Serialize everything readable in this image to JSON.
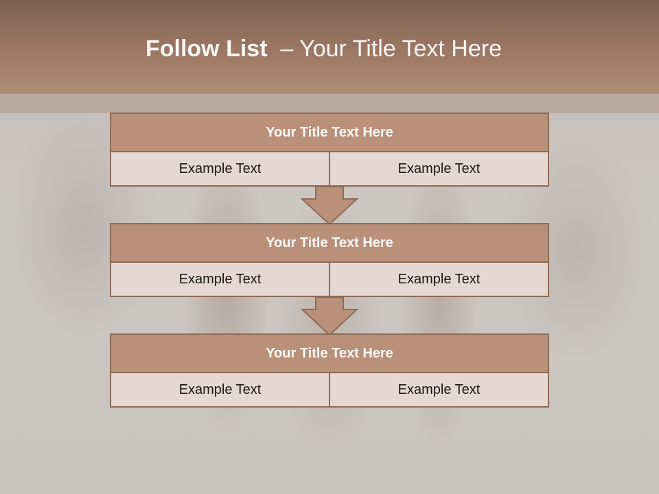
{
  "slide": {
    "title_bold": "Follow List",
    "title_rest": "  – Your Title Text Here"
  },
  "blocks": [
    {
      "title": "Your Title Text Here",
      "cells": [
        "Example Text",
        "Example Text"
      ]
    },
    {
      "title": "Your Title Text Here",
      "cells": [
        "Example Text",
        "Example Text"
      ]
    },
    {
      "title": "Your Title Text Here",
      "cells": [
        "Example Text",
        "Example Text"
      ]
    }
  ],
  "colors": {
    "header": "#9a7663",
    "block_title_fill": "#b99179",
    "cell_fill": "#e5d8d2",
    "border": "#8e6a55"
  },
  "icons": [
    "down-arrow-icon",
    "down-arrow-icon"
  ]
}
